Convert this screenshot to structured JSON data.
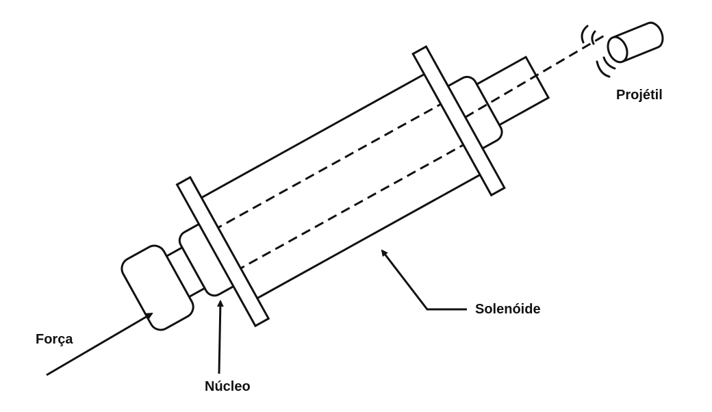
{
  "labels": {
    "projectile": "Projétil",
    "solenoid": "Solenóide",
    "force": "Força",
    "core": "Núcleo"
  },
  "colors": {
    "stroke": "#111111",
    "fill": "#ffffff"
  }
}
